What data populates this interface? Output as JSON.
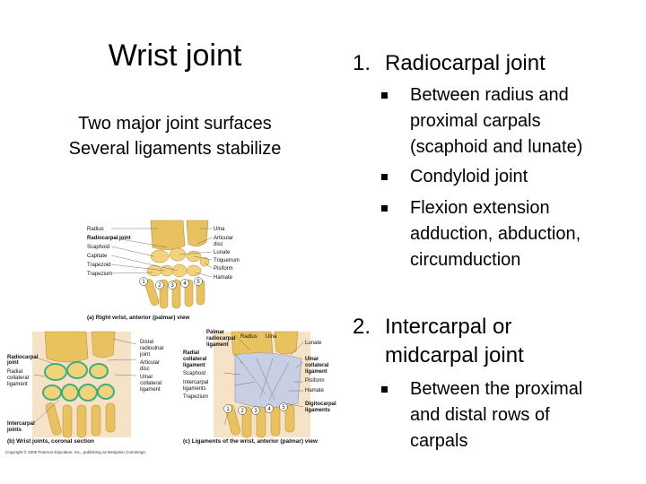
{
  "title": "Wrist joint",
  "subtitle": [
    "Two major joint surfaces",
    "Several ligaments stabilize"
  ],
  "section1": {
    "number": "1.",
    "heading": "Radiocarpal joint",
    "bullets": [
      [
        "Between radius and",
        "proximal carpals",
        "(scaphoid and lunate)"
      ],
      [
        "Condyloid joint"
      ],
      [
        "Flexion extension",
        "adduction, abduction,",
        "circumduction"
      ]
    ]
  },
  "section2": {
    "number": "2.",
    "heading": [
      "Intercarpal or",
      "midcarpal joint"
    ],
    "bullets": [
      [
        "Between the proximal",
        "and distal rows of",
        "carpals"
      ]
    ]
  },
  "figure_a": {
    "left_labels": [
      "Radius",
      "Radiocarpal joint",
      "Scaphoid",
      "Capitate",
      "Trapezoid",
      "Trapezium"
    ],
    "right_labels": [
      "Ulna",
      "Articular",
      "disc",
      "Lunate",
      "Triquetrum",
      "Pisiform",
      "Hamate"
    ],
    "numbers": [
      "1",
      "2",
      "3",
      "4",
      "5"
    ],
    "caption": "(a) Right wrist, anterior (palmar) view"
  },
  "figure_b": {
    "left_labels": [
      "Radiocarpal",
      "joint",
      "Radial",
      "collateral",
      "ligament",
      "Intercarpal",
      "joints"
    ],
    "right_labels": [
      "Distal",
      "radioulnar",
      "joint",
      "Articular",
      "disc",
      "Ulnar",
      "collateral",
      "ligament"
    ],
    "caption": "(b) Wrist joints, coronal section"
  },
  "figure_c": {
    "left_labels": [
      "Palmar",
      "radiocarpal",
      "ligament",
      "Radial",
      "collateral",
      "ligament",
      "Scaphoid",
      "Intercarpal",
      "ligaments",
      "Trapezium"
    ],
    "top_labels": [
      "Radius",
      "Ulna"
    ],
    "right_labels": [
      "Lunate",
      "Ulnar",
      "collateral",
      "ligament",
      "Pisiform",
      "Hamate",
      "Digitocarpal",
      "ligaments"
    ],
    "numbers": [
      "1",
      "2",
      "3",
      "4",
      "5"
    ],
    "caption": "(c) Ligaments of the wrist, anterior (palmar) view"
  },
  "copyright": "Copyright © 2005 Pearson Education, Inc., publishing as Benjamin Cummings.",
  "colors": {
    "bone": "#f2d27a",
    "bone_shade": "#d9a843",
    "tissue": "#f6e2c6",
    "cartilage": "#3fae7a",
    "ligament": "#c9cfe2",
    "line": "#555555"
  }
}
